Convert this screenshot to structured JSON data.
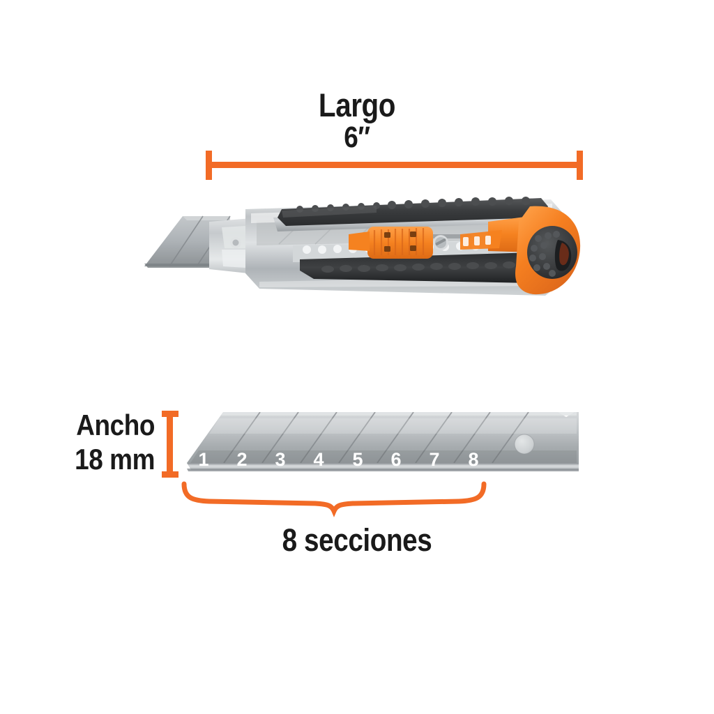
{
  "page": {
    "background": "#ffffff",
    "accent_orange": "#f26b26",
    "text_color": "#1a1a1a"
  },
  "length_dimension": {
    "label": "Largo",
    "value": "6″",
    "line_color": "#f26b26"
  },
  "width_dimension": {
    "label": "Ancho",
    "value": "18 mm",
    "bar_color": "#f26b26"
  },
  "sections": {
    "caption": "8 secciones",
    "brace_color": "#f26b26",
    "count": 8,
    "numbers": [
      "1",
      "2",
      "3",
      "4",
      "5",
      "6",
      "7",
      "8"
    ]
  },
  "product": {
    "name": "utility-knife",
    "body_color": "#c9ccce",
    "grip_color": "#3d3f41",
    "accent_color": "#f47b20",
    "blade_color": "#9fa4a7"
  },
  "blade": {
    "name": "snap-off-blade",
    "metal_light": "#d2d5d7",
    "metal_dark": "#9ea3a6",
    "number_color": "#ffffff"
  }
}
